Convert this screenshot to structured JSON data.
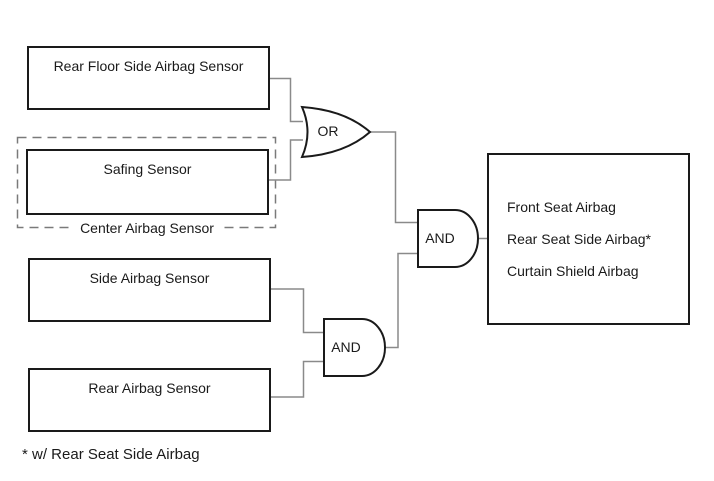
{
  "diagram": {
    "sensors": {
      "rear_floor": {
        "label": "Rear Floor Side Airbag Sensor"
      },
      "safing": {
        "label": "Safing Sensor"
      },
      "center_group": {
        "label": "Center Airbag Sensor"
      },
      "side": {
        "label": "Side Airbag Sensor"
      },
      "rear": {
        "label": "Rear Airbag Sensor"
      }
    },
    "gates": {
      "or1": {
        "label": "OR"
      },
      "and_main": {
        "label": "AND"
      },
      "and_lower": {
        "label": "AND"
      }
    },
    "output_box": {
      "lines": [
        "Front Seat Airbag",
        "Rear Seat Side Airbag*",
        "Curtain Shield Airbag"
      ]
    },
    "footnote": "* w/ Rear Seat Side Airbag",
    "colors": {
      "background": "#ffffff",
      "box_border": "#1a1a1a",
      "wire": "#8a8a8a",
      "dashed_border": "#7a7a7a",
      "text": "#1a1a1a"
    }
  }
}
